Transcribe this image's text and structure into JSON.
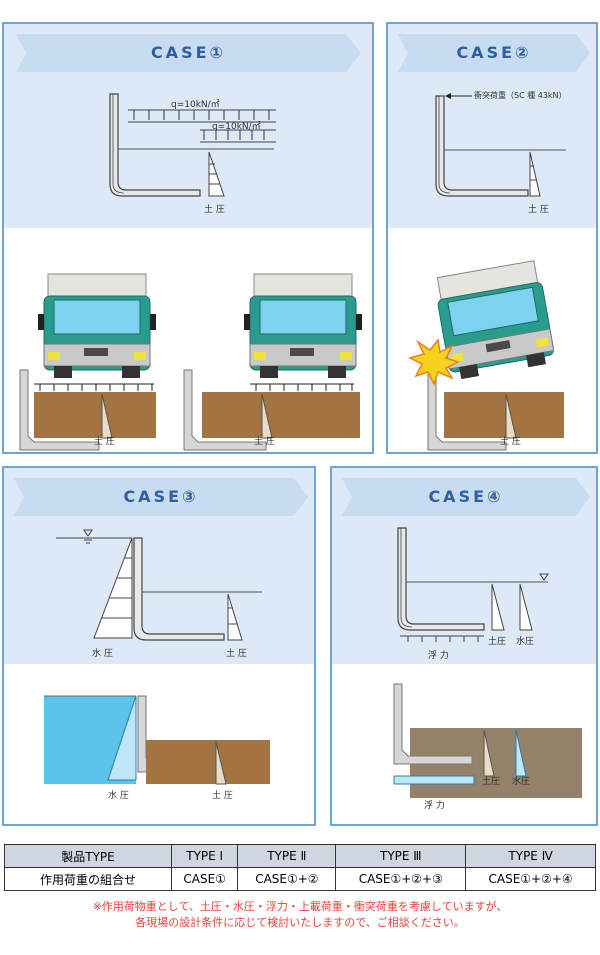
{
  "case1": {
    "title": "CASE①",
    "load1": "q=10kN/㎡",
    "load2": "q=10kN/㎡",
    "earth": "土 圧",
    "earth_a": "土 圧",
    "earth_b": "土 圧"
  },
  "case2": {
    "title": "CASE②",
    "impact": "衝突荷重（SC 種 43kN）",
    "earth": "土 圧",
    "earth_b": "土 圧"
  },
  "case3": {
    "title": "CASE③",
    "water": "水 圧",
    "earth": "土 圧",
    "water_b": "水 圧",
    "earth_b": "土 圧"
  },
  "case4": {
    "title": "CASE④",
    "earth": "土圧",
    "water": "水圧",
    "buoy": "浮 力",
    "earth_b": "土圧",
    "water_b": "水圧",
    "buoy_b": "浮 力"
  },
  "table": {
    "headers": [
      "製品TYPE",
      "TYPE Ⅰ",
      "TYPE Ⅱ",
      "TYPE Ⅲ",
      "TYPE Ⅳ"
    ],
    "row_label": "作用荷重の組合せ",
    "cells": [
      "CASE①",
      "CASE①+②",
      "CASE①+②+③",
      "CASE①+②+④"
    ]
  },
  "notes": [
    "※作用荷物重として、土圧・水圧・浮力・上載荷重・衝突荷重を考慮していますが、",
    "各現場の設計条件に応じて検討いたしますので、ご相談ください。"
  ],
  "colors": {
    "border": "#6fa5d6",
    "panel_bg": "#dde9f7",
    "title": "#2f5fa0",
    "soil": "#a97b47",
    "truck": "#2a9c8e",
    "header_bg": "#cfd6e2",
    "note": "#e8403a"
  }
}
